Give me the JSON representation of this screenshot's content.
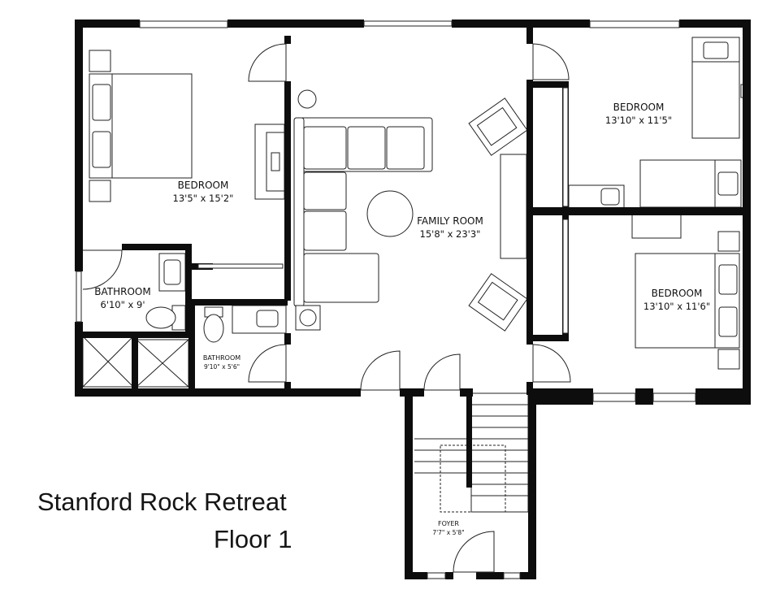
{
  "plan": {
    "title": "Stanford Rock Retreat",
    "floor": "Floor 1"
  },
  "rooms": {
    "bedroom_west": {
      "name": "BEDROOM",
      "dims": "13'5\" x 15'2\""
    },
    "bathroom_west": {
      "name": "BATHROOM",
      "dims": "6'10\" x 9'"
    },
    "bathroom_small": {
      "name": "BATHROOM",
      "dims": "9'10\" x 5'6\""
    },
    "family_room": {
      "name": "FAMILY ROOM",
      "dims": "15'8\" x 23'3\""
    },
    "bedroom_ne": {
      "name": "BEDROOM",
      "dims": "13'10\" x 11'5\""
    },
    "bedroom_se": {
      "name": "BEDROOM",
      "dims": "13'10\" x 11'6\""
    },
    "foyer": {
      "name": "FOYER",
      "dims": "7'7\" x 5'8\""
    }
  }
}
